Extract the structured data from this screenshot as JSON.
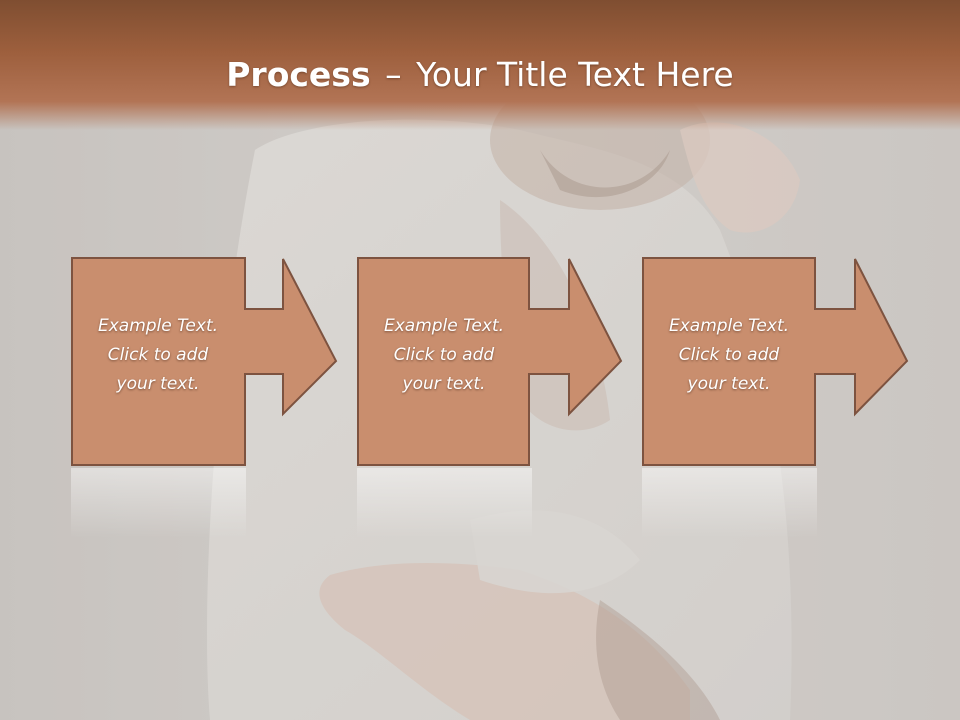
{
  "slide": {
    "title_bold": "Process",
    "title_separator": "–",
    "title_rest": "Your Title Text Here"
  },
  "steps": [
    {
      "lines": [
        "Example Text.",
        "Click  to add",
        "your text."
      ]
    },
    {
      "lines": [
        "Example Text.",
        "Click  to add",
        "your text."
      ]
    },
    {
      "lines": [
        "Example Text.",
        "Click  to add",
        "your text."
      ]
    }
  ],
  "colors": {
    "title_bar": "#9d5f3d",
    "box_fill": "#c98e6e",
    "box_stroke": "#7d5340",
    "text": "#ffffff"
  }
}
